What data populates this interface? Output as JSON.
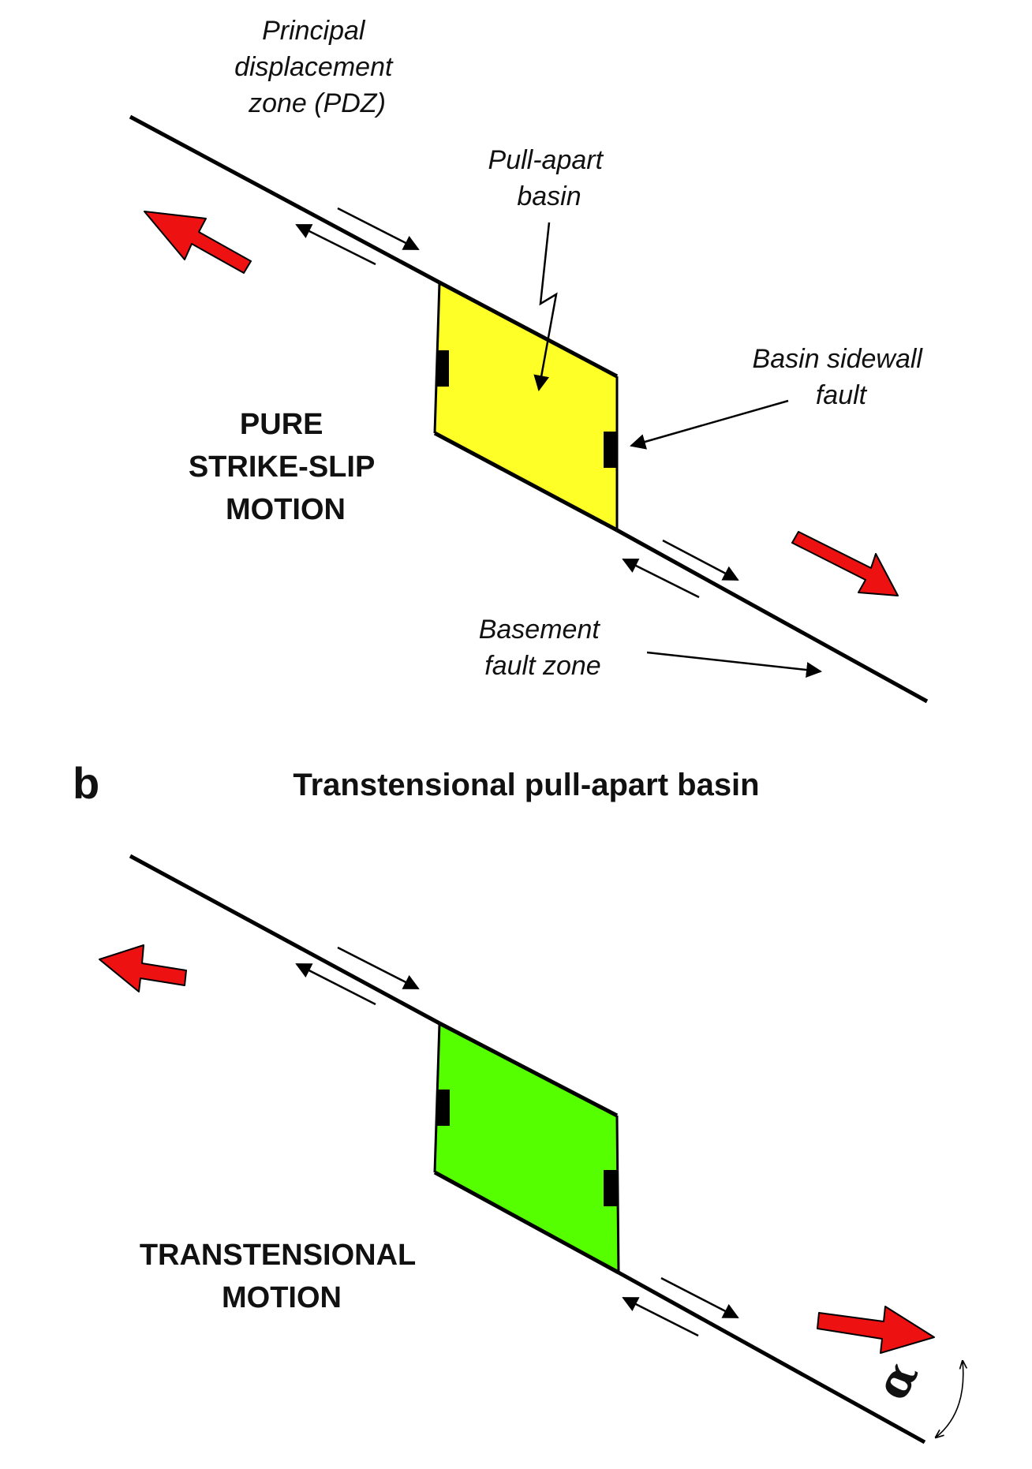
{
  "colors": {
    "basin_a": "#ffff28",
    "basin_b": "#55ff00",
    "plate_arrow": "#ee1111",
    "line": "#000000"
  },
  "panel_a": {
    "labels": {
      "pdz": [
        "Principal",
        "displacement",
        "zone (PDZ)"
      ],
      "pull_apart": [
        "Pull-apart",
        "basin"
      ],
      "sidewall": [
        "Basin sidewall",
        "fault"
      ],
      "motion": [
        "PURE",
        "STRIKE-SLIP",
        "MOTION"
      ],
      "basement": [
        "Basement",
        "fault zone"
      ]
    }
  },
  "panel_b": {
    "letter": "b",
    "title": "Transtensional pull-apart basin",
    "motion": [
      "TRANSTENSIONAL",
      "MOTION"
    ],
    "angle_symbol": "α"
  }
}
